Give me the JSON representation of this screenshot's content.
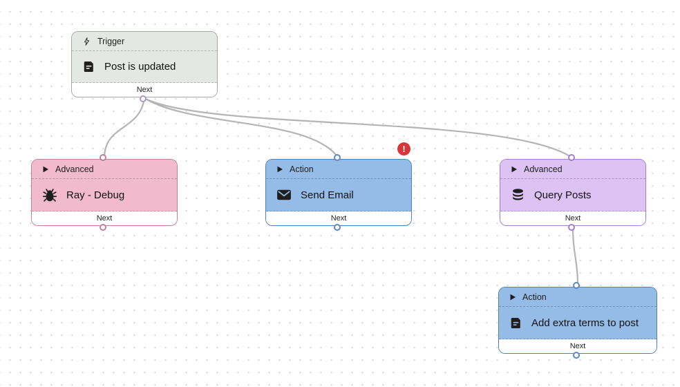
{
  "canvas": {
    "type": "workflow-builder",
    "background": "dot-grid",
    "edge_color": "#b4b4b4",
    "error_color": "#d63638"
  },
  "icons": {
    "error_glyph": "!"
  },
  "nodes": [
    {
      "id": "post-is-updated",
      "kind": "trigger",
      "header_label": "Trigger",
      "header_icon": "lightning-icon",
      "title": "Post is updated",
      "title_icon": "post-document-icon",
      "footer_label": "Next",
      "theme_color": "#e4e8e5",
      "has_error": false
    },
    {
      "id": "ray-debug",
      "kind": "advanced",
      "header_label": "Advanced",
      "header_icon": "play-triangle-icon",
      "title": "Ray - Debug",
      "title_icon": "bug-icon",
      "footer_label": "Next",
      "theme_color": "#f1bacd",
      "has_error": false
    },
    {
      "id": "send-email",
      "kind": "action",
      "header_label": "Action",
      "header_icon": "play-triangle-icon",
      "title": "Send Email",
      "title_icon": "envelope-icon",
      "footer_label": "Next",
      "theme_color": "#94bce6",
      "has_error": true
    },
    {
      "id": "query-posts",
      "kind": "advanced",
      "header_label": "Advanced",
      "header_icon": "play-triangle-icon",
      "title": "Query Posts",
      "title_icon": "database-icon",
      "footer_label": "Next",
      "theme_color": "#dcc3f4",
      "has_error": false
    },
    {
      "id": "add-extra-terms-to-post",
      "kind": "action",
      "header_label": "Action",
      "header_icon": "play-triangle-icon",
      "title": "Add extra terms to post",
      "title_icon": "post-document-icon",
      "footer_label": "Next",
      "theme_color": "#94bce6",
      "has_error": false
    }
  ],
  "edges": [
    {
      "from": "post-is-updated",
      "from_port": "Next",
      "to": "ray-debug"
    },
    {
      "from": "post-is-updated",
      "from_port": "Next",
      "to": "send-email"
    },
    {
      "from": "post-is-updated",
      "from_port": "Next",
      "to": "query-posts"
    },
    {
      "from": "query-posts",
      "from_port": "Next",
      "to": "add-extra-terms-to-post"
    }
  ]
}
